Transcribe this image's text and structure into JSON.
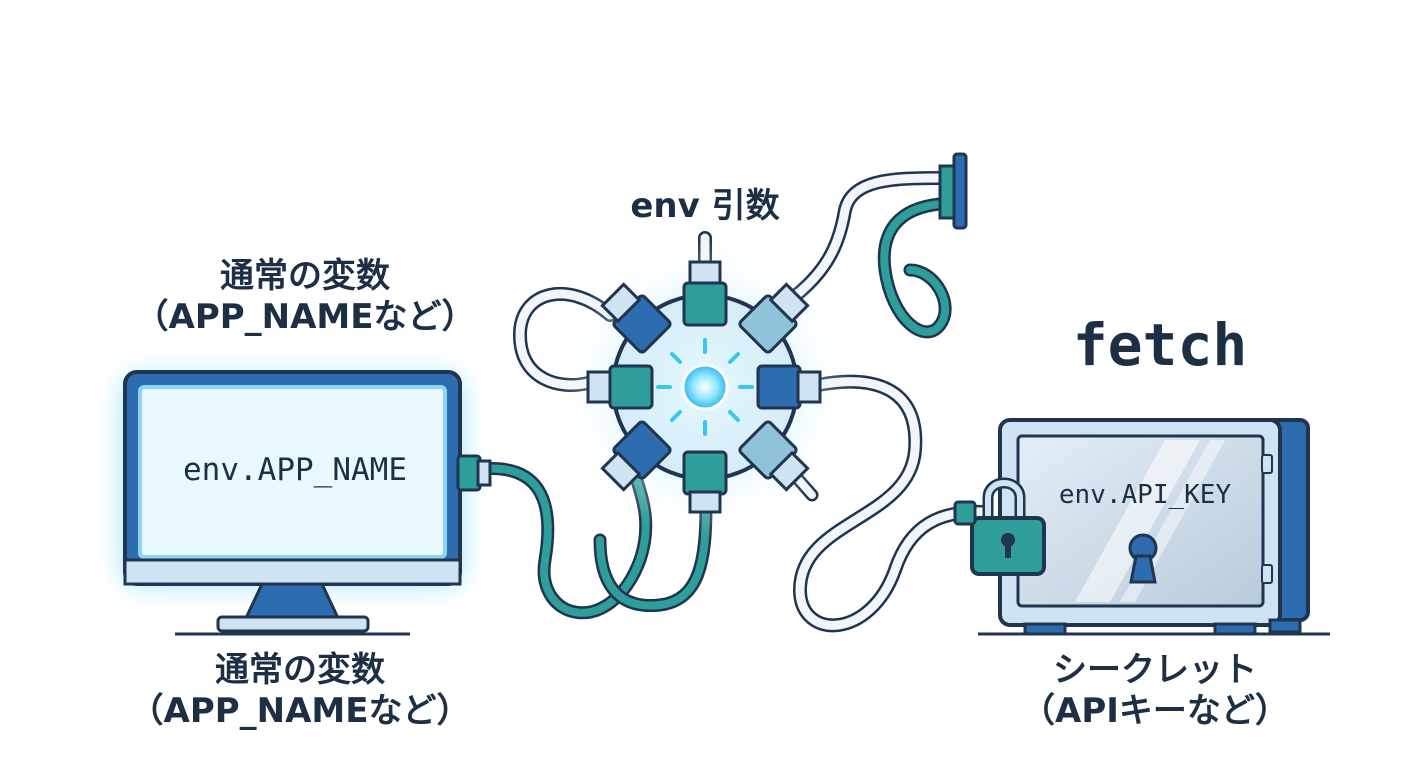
{
  "labels": {
    "top_left": "通常の変数\n（APP_NAMEなど）",
    "hub": "env 引数",
    "fetch": "fetch",
    "bottom_left": "通常の変数\n（APP_NAMEなど）",
    "bottom_right": "シークレット\n（APIキーなど）"
  },
  "monitor": {
    "screen_text": "env.APP_NAME"
  },
  "safe": {
    "door_text": "env.API_KEY"
  },
  "colors": {
    "dark_blue": "#2e6cb0",
    "teal": "#2f9e9a",
    "light_blue": "#cfe3f3",
    "glow": "#39c6f0",
    "outline": "#1f3550"
  },
  "icons": [
    "monitor-icon",
    "hub-icon",
    "safe-icon",
    "padlock-icon",
    "keyhole-icon",
    "wall-socket-icon"
  ]
}
